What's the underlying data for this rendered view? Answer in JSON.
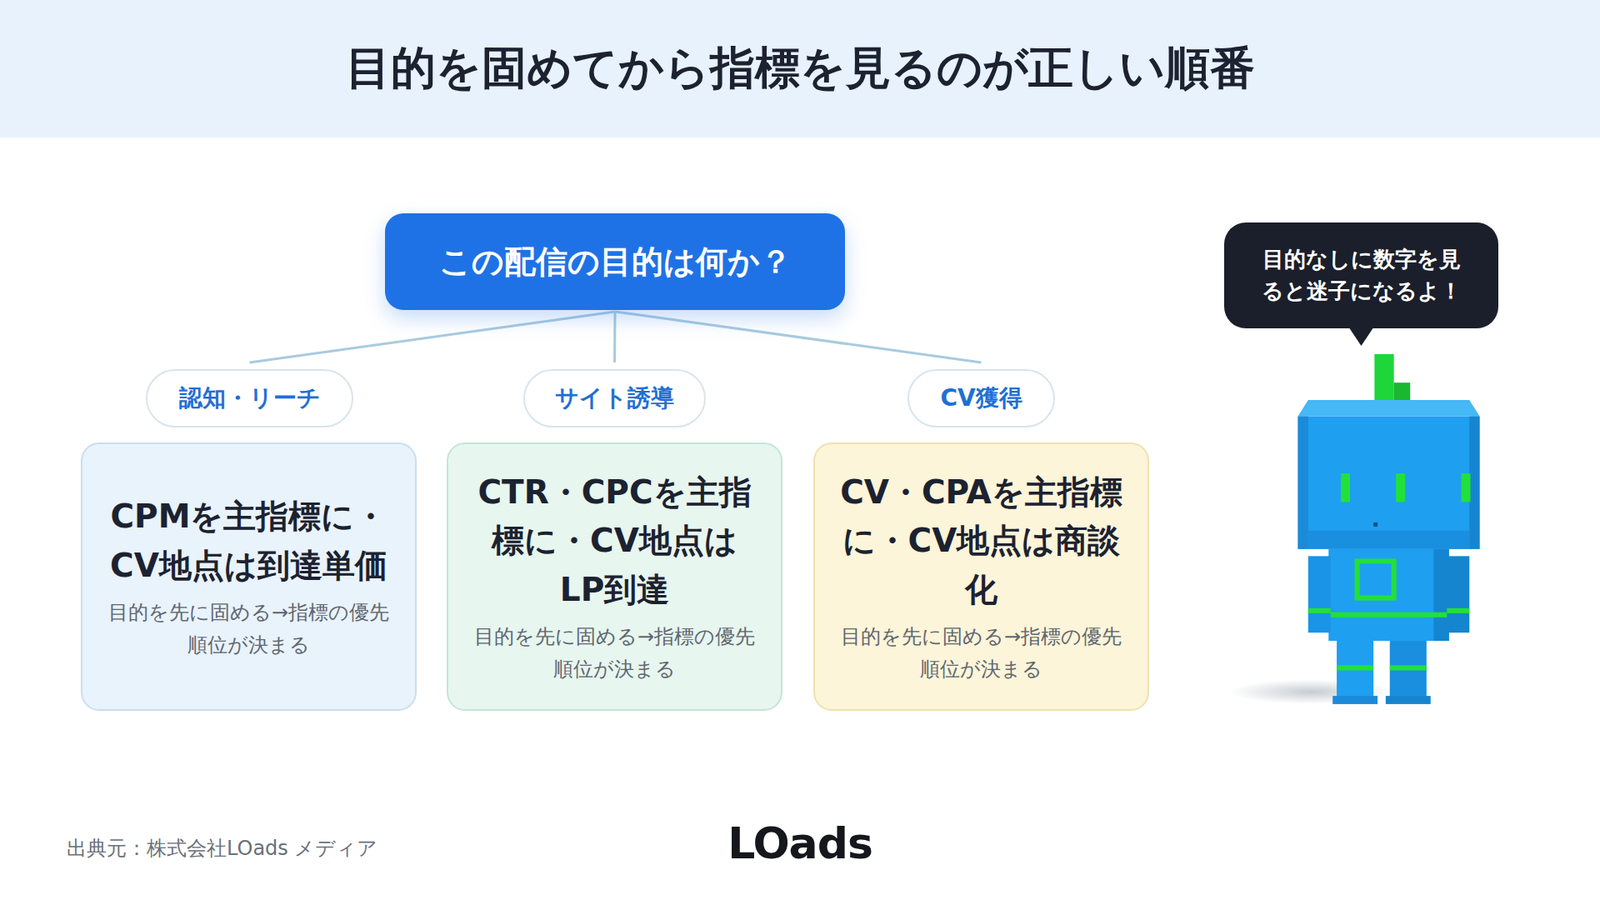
{
  "diagram": {
    "title": "目的を固めてから指標を見るのが正しい順番",
    "nodes": [
      {
        "text": [
          "この配信の目的は何か？"
        ]
      },
      {
        "text": [
          "認知・リーチ"
        ]
      },
      {
        "text": [
          "サイト誘導"
        ]
      },
      {
        "text": [
          "CV獲得"
        ]
      },
      {
        "text": [
          "CPMを主指標に・CV地点は到達単価",
          "目的を先に固める→指標の優先順位が決まる"
        ]
      },
      {
        "text": [
          "CTR・CPCを主指標に・CV地点はLP到達",
          "目的を先に固める→指標の優先順位が決まる"
        ]
      },
      {
        "text": [
          "CV・CPAを主指標に・CV地点は商談化",
          "目的を先に固める→指標の優先順位が決まる"
        ]
      },
      {
        "text": [
          "目的なしに数字を見ると迷子になるよ！"
        ]
      }
    ],
    "edges": [
      {
        "from": 0,
        "to": 1,
        "arrow": "none"
      },
      {
        "from": 0,
        "to": 2,
        "arrow": "none"
      },
      {
        "from": 0,
        "to": 3,
        "arrow": "none"
      }
    ],
    "labels": [
      "出典元：株式会社LOads メディア",
      "LOads"
    ]
  }
}
